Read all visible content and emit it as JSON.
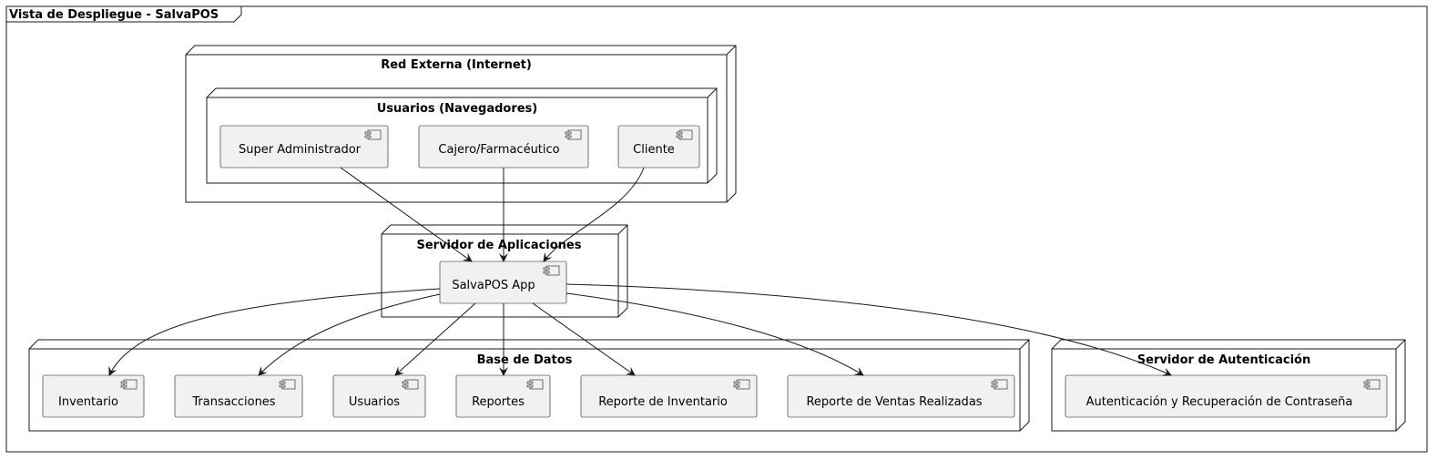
{
  "frame": {
    "title": "Vista de Despliegue - SalvaPOS"
  },
  "nodes": {
    "red_externa": {
      "title": "Red Externa (Internet)"
    },
    "usuarios_navegadores": {
      "title": "Usuarios (Navegadores)"
    },
    "servidor_aplicaciones": {
      "title": "Servidor de Aplicaciones"
    },
    "base_datos": {
      "title": "Base de Datos"
    },
    "servidor_autenticacion": {
      "title": "Servidor de Autenticación"
    }
  },
  "components": {
    "super_admin": "Super Administrador",
    "cajero": "Cajero/Farmacéutico",
    "cliente": "Cliente",
    "salvapos_app": "SalvaPOS App",
    "inventario": "Inventario",
    "transacciones": "Transacciones",
    "usuarios": "Usuarios",
    "reportes": "Reportes",
    "reporte_inventario": "Reporte de Inventario",
    "reporte_ventas": "Reporte de Ventas Realizadas",
    "autenticacion": "Autenticación y Recuperación de Contraseña"
  },
  "colors": {
    "component_fill": "#f1f1f1",
    "line": "#181818"
  }
}
